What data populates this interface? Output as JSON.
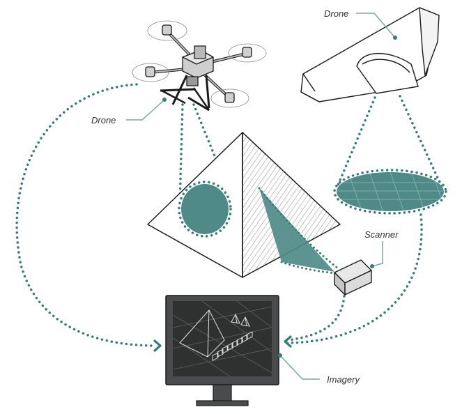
{
  "labels": {
    "drone_quad": "Drone",
    "drone_wing": "Drone",
    "scanner": "Scanner",
    "imagery": "Imagery"
  },
  "colors": {
    "teal": "#3b7a7a",
    "teal_fill": "#4f8a88",
    "outline": "#1a1a1a",
    "screen": "#2f3030",
    "monitor": "#4a4b4c",
    "grey": "#b5b5b5"
  },
  "icons": {
    "quadcopter": "quadcopter-drone-icon",
    "fixed_wing": "fixed-wing-drone-icon",
    "pyramid": "pyramid-icon",
    "scanner": "laser-scanner-icon",
    "monitor": "monitor-icon"
  }
}
